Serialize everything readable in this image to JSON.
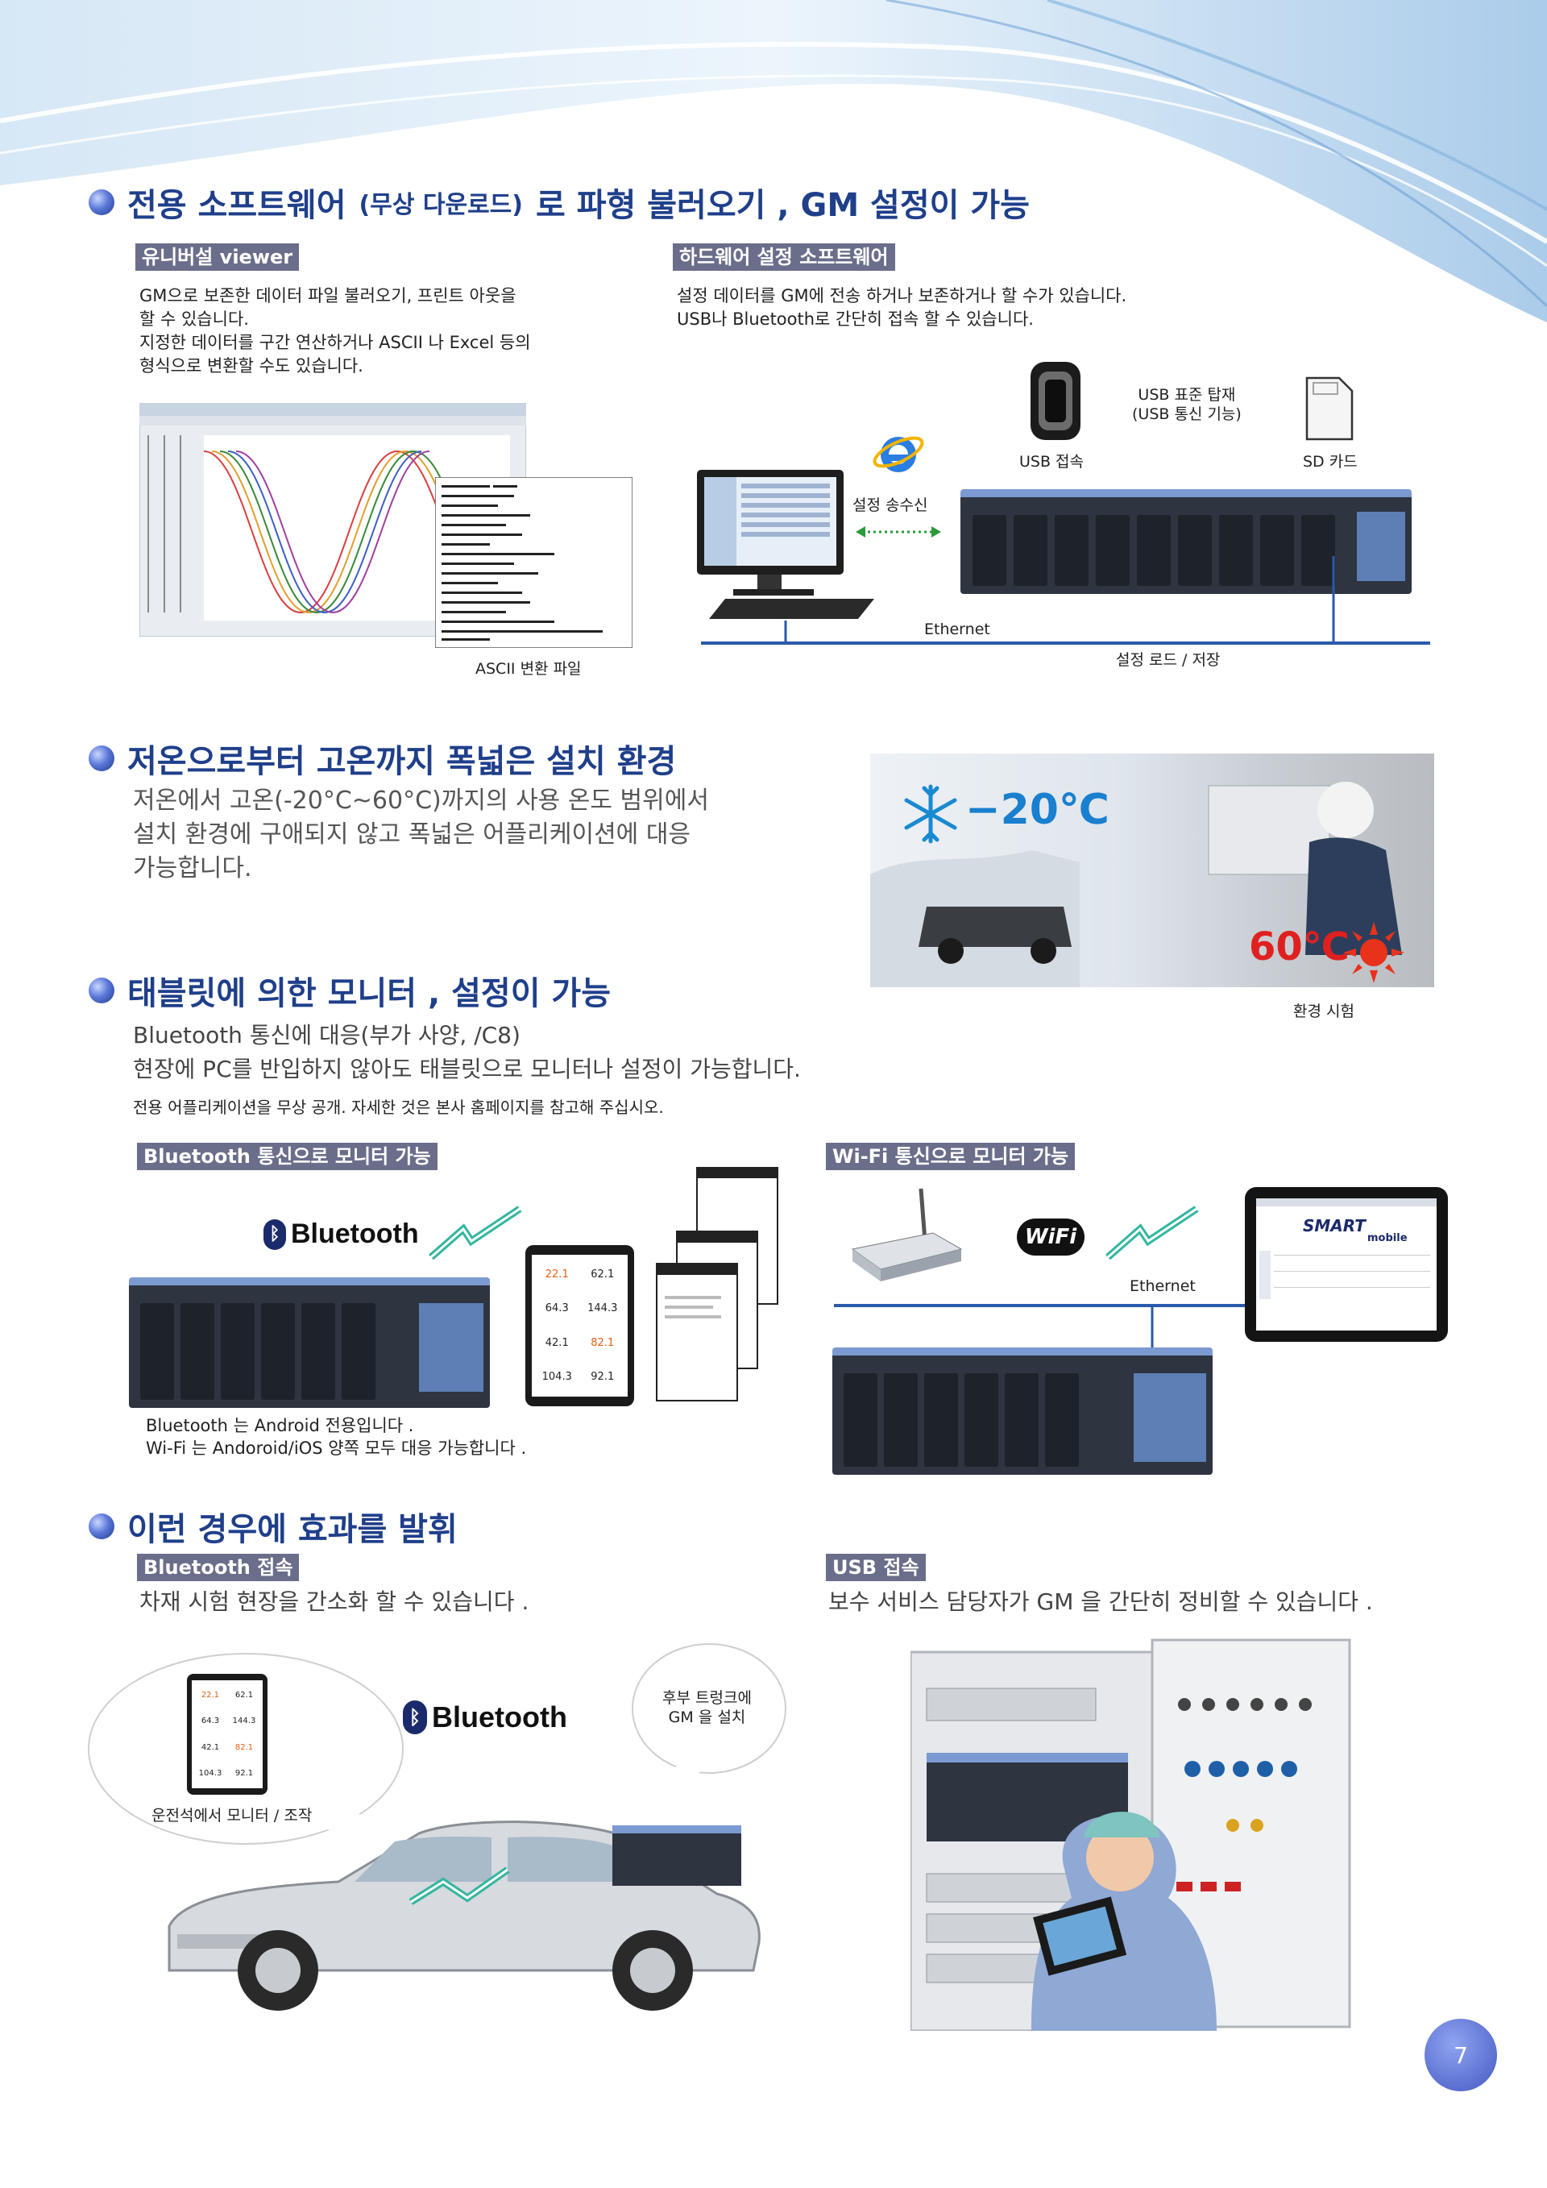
{
  "page_number": "7",
  "section1": {
    "title_a": "전용 소프트웨어",
    "title_b": "(무상 다운로드)",
    "title_c": "로 파형 불러오기 , GM 설정이 가능",
    "left_tag": "유니버설 viewer",
    "left_text": [
      "GM으로 보존한 데이터 파일 불러오기, 프린트 아웃을",
      "할 수 있습니다.",
      "지정한 데이터를 구간 연산하거나 ASCII 나 Excel 등의",
      "형식으로 변환할 수도 있습니다."
    ],
    "ascii_label": "ASCII 변환 파일",
    "right_tag": "하드웨어 설정 소프트웨어",
    "right_text": [
      "설정 데이터를 GM에 전송 하거나 보존하거나 할 수가 있습니다.",
      "USB나 Bluetooth로 간단히 접속 할 수 있습니다."
    ],
    "usb_std": [
      "USB 표준 탑재",
      "(USB 통신 기능)"
    ],
    "usb_connect": "USB 접속",
    "sd_card": "SD 카드",
    "setting_txrx": "설정 송수신",
    "ethernet": "Ethernet",
    "load_save": "설정 로드 / 저장"
  },
  "section2": {
    "title": "저온으로부터 고온까지 폭넓은 설치 환경",
    "text": [
      "저온에서 고온(-20°C~60°C)까지의 사용 온도 범위에서",
      "설치 환경에 구애되지 않고 폭넓은 어플리케이션에 대응",
      "가능합니다."
    ],
    "cold": "−20℃",
    "hot": "60℃",
    "caption": "환경 시험"
  },
  "section3": {
    "title": "태블릿에 의한 모니터 , 설정이 가능",
    "line1": "Bluetooth 통신에 대응(부가 사양, /C8)",
    "line2": "현장에 PC를 반입하지 않아도 태블릿으로 모니터나 설정이 가능합니다.",
    "line3": "전용 어플리케이션을 무상 공개. 자세한 것은 본사 홈페이지를 참고해 주십시오.",
    "bt_tag": "Bluetooth 통신으로 모니터 가능",
    "wifi_tag": "Wi-Fi 통신으로 모니터 가능",
    "bluetooth_logo": "Bluetooth",
    "wifi_logo": "WiFi",
    "ethernet": "Ethernet",
    "smart_logo": "SMART",
    "smart_sub": "mobile",
    "tablet_values": [
      "22.1",
      "62.1",
      "64.3",
      "144.3",
      "42.1",
      "82.1",
      "104.3",
      "92.1"
    ],
    "note1": "Bluetooth 는 Android 전용입니다 .",
    "note2": "Wi-Fi 는 Andoroid/iOS 양쪽 모두 대응 가능합니다 ."
  },
  "section4": {
    "title": "이런 경우에 효과를 발휘",
    "bt_tag": "Bluetooth 접속",
    "bt_text": "차재 시험 현장을 간소화 할 수 있습니다 .",
    "usb_tag": "USB 접속",
    "usb_text": "보수 서비스 담당자가 GM 을 간단히 정비할 수 있습니다 .",
    "bubble_left": "운전석에서 모니터 / 조작",
    "bubble_right": [
      "후부 트렁크에",
      "GM 을 설치"
    ],
    "bluetooth_logo": "Bluetooth"
  }
}
